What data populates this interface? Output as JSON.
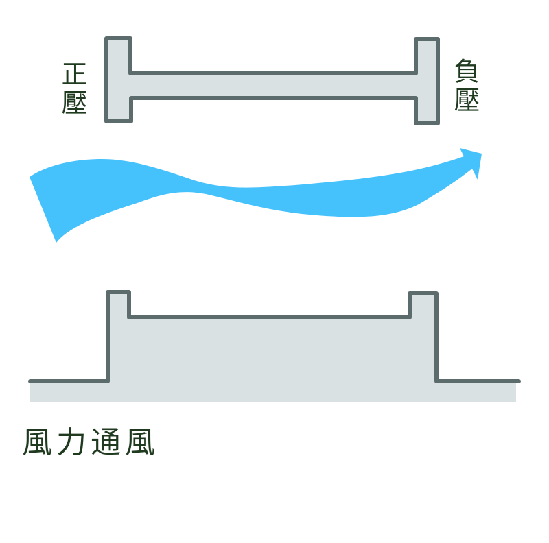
{
  "title": "風力通風",
  "labels": {
    "positive_pressure": "正壓",
    "negative_pressure": "負壓",
    "caption": "風力通風"
  },
  "colors": {
    "wall_fill": "#d9e1e2",
    "wall_stroke": "#5c6c6c",
    "wind_arrow": "#45c1fb",
    "text": "#1f3a1f",
    "background": "#ffffff"
  },
  "elements": {
    "plan_view": "top-down wall section with openings on both sides (I-beam shape)",
    "wind_flow": "curved wind arrow flowing left to right",
    "section_view": "building cross-section on ground"
  }
}
